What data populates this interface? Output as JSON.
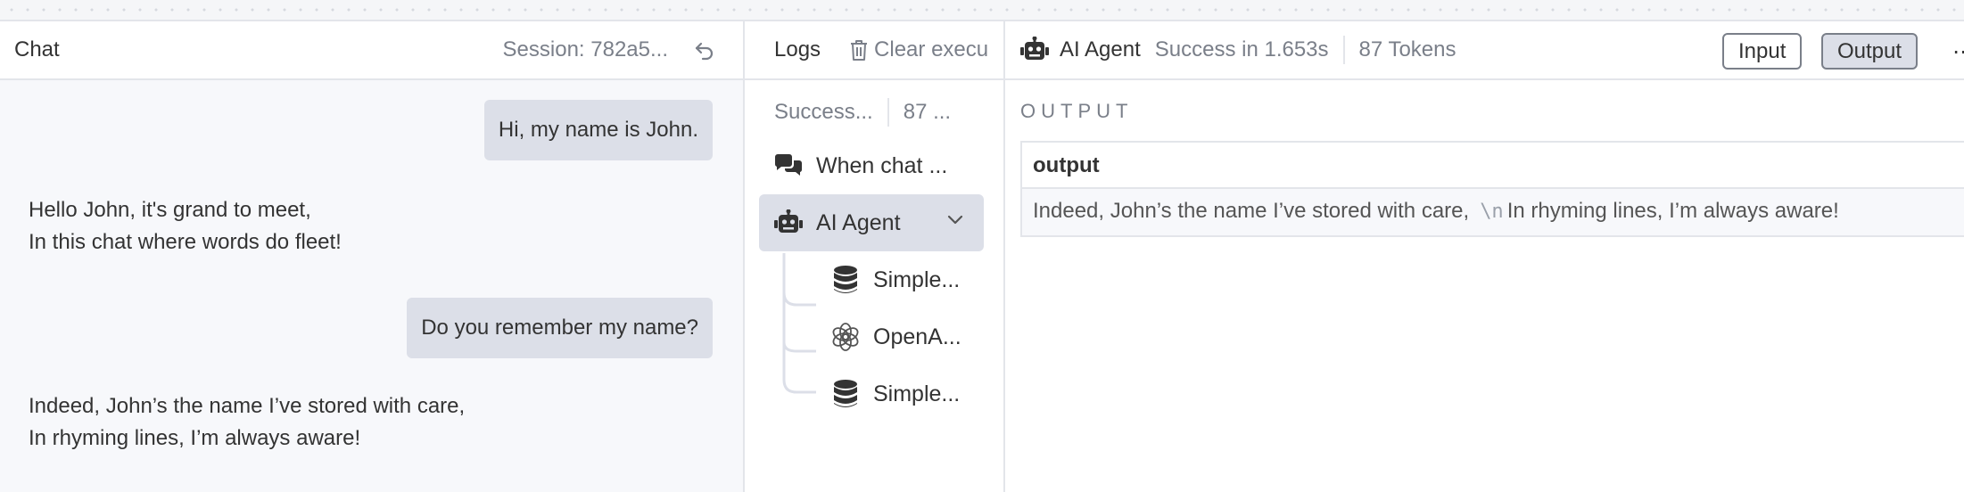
{
  "chat": {
    "title": "Chat",
    "session": "Session: 782a5...",
    "messages": [
      {
        "role": "user",
        "text": "Hi, my name is John."
      },
      {
        "role": "bot",
        "text": "Hello John, it's grand to meet,\nIn this chat where words do fleet!"
      },
      {
        "role": "user",
        "text": "Do you remember my name?"
      },
      {
        "role": "bot",
        "text": "Indeed, John’s the name I’ve stored with care,\nIn rhyming lines, I’m always aware!"
      }
    ]
  },
  "logs": {
    "title": "Logs",
    "clear_label": "Clear execu",
    "summary_status": "Success...",
    "summary_tokens": "87 ...",
    "items": [
      {
        "label": "When chat ...",
        "icon": "chat-bubbles-icon"
      },
      {
        "label": "AI Agent",
        "icon": "robot-icon"
      },
      {
        "label": "Simple...",
        "icon": "database-icon"
      },
      {
        "label": "OpenA...",
        "icon": "openai-icon"
      },
      {
        "label": "Simple...",
        "icon": "database-icon"
      }
    ]
  },
  "output_panel": {
    "title": "AI Agent",
    "status": "Success in 1.653s",
    "tokens": "87 Tokens",
    "input_button": "Input",
    "output_button": "Output",
    "more": "⋯",
    "section_label": "OUTPUT",
    "column_header": "output",
    "value_part1": "Indeed, John’s the name I’ve stored with care,",
    "newline_marker": "\\n",
    "value_part2": "In rhyming lines, I’m always aware!"
  },
  "colors": {
    "bubble": "#dcdfe8",
    "muted_text": "#7a7f89",
    "border": "#e3e5ea",
    "panel_bg": "#f7f8fb"
  }
}
